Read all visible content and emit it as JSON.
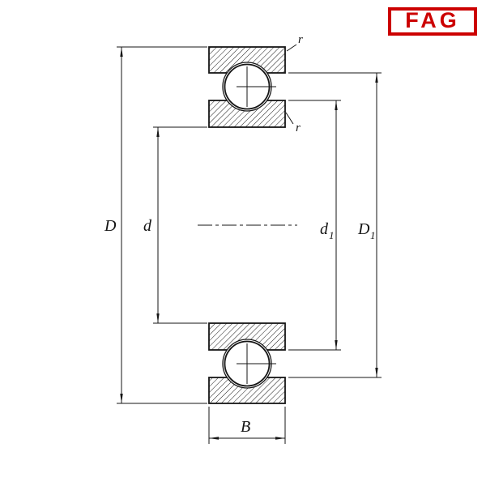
{
  "logo": {
    "text": "FAG",
    "color": "#cc0000"
  },
  "colors": {
    "line": "#161616",
    "background": "#ffffff",
    "logo_red": "#cc0000"
  },
  "labels": {
    "D": "D",
    "d": "d",
    "d1": {
      "base": "d",
      "sub": "1"
    },
    "D1": {
      "base": "D",
      "sub": "1"
    },
    "B": "B",
    "r_outer": "r",
    "r_inner": "r"
  }
}
